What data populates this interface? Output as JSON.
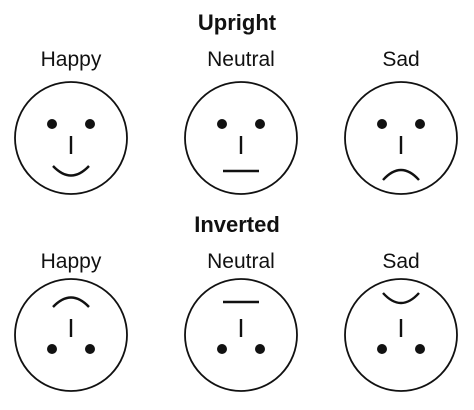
{
  "sections": [
    {
      "title": "Upright",
      "orientation": "upright",
      "faces": [
        {
          "label": "Happy",
          "expression": "happy"
        },
        {
          "label": "Neutral",
          "expression": "neutral"
        },
        {
          "label": "Sad",
          "expression": "sad"
        }
      ]
    },
    {
      "title": "Inverted",
      "orientation": "inverted",
      "faces": [
        {
          "label": "Happy",
          "expression": "happy"
        },
        {
          "label": "Neutral",
          "expression": "neutral"
        },
        {
          "label": "Sad",
          "expression": "sad"
        }
      ]
    }
  ],
  "colors": {
    "stroke": "#111111",
    "background": "#ffffff"
  }
}
